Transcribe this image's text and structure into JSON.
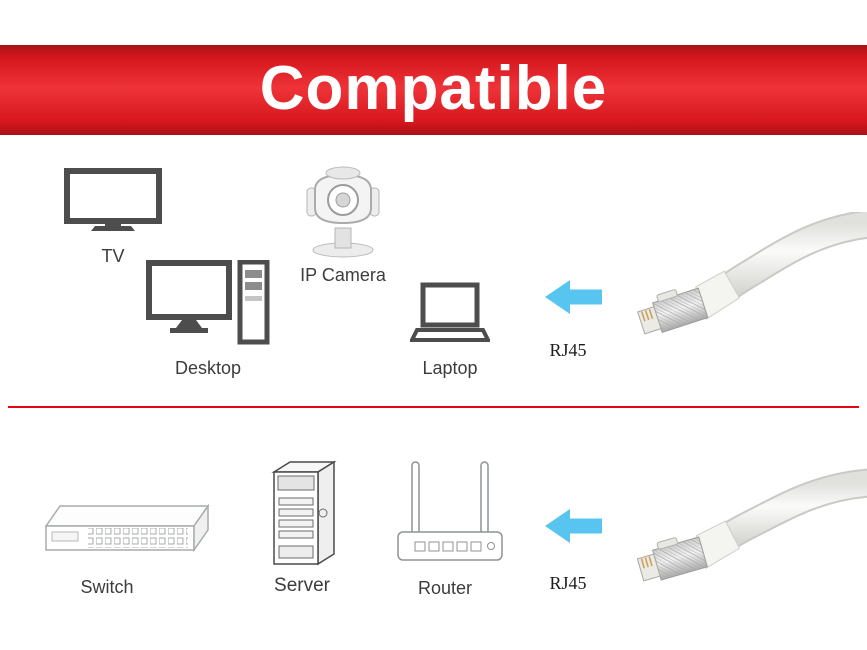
{
  "banner": {
    "title": "Compatible"
  },
  "colors": {
    "banner_red": "#e30613",
    "divider_red": "#e30613",
    "arrow_blue": "#58c5f0",
    "icon_dark_gray": "#4d4d4d",
    "icon_light_gray": "#a0a4a7",
    "label_gray": "#3c3c3c"
  },
  "top_row": {
    "items": [
      {
        "label": "TV"
      },
      {
        "label": "IP Camera"
      },
      {
        "label": "Desktop"
      },
      {
        "label": "Laptop"
      }
    ],
    "connector_label": "RJ45"
  },
  "bottom_row": {
    "items": [
      {
        "label": "Switch"
      },
      {
        "label": "Server"
      },
      {
        "label": "Router"
      }
    ],
    "connector_label": "RJ45"
  }
}
